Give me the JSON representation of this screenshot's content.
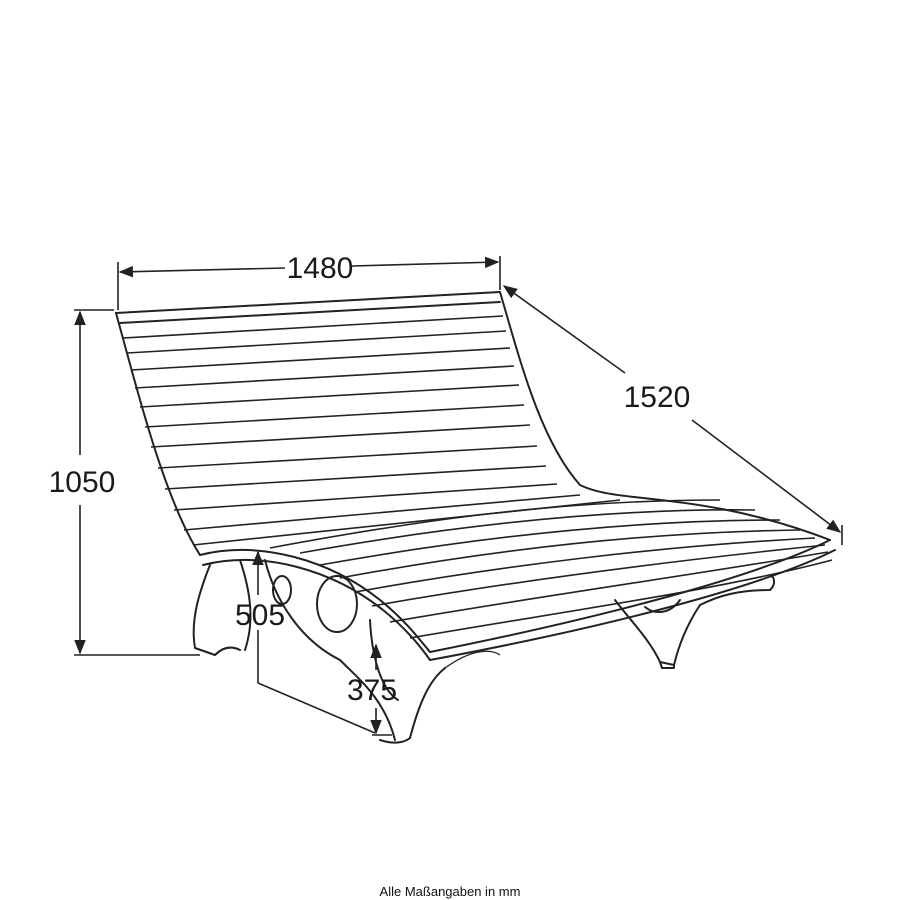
{
  "dimensions": {
    "width": "1480",
    "depth": "1520",
    "height": "1050",
    "seat_height": "505",
    "front_height": "375"
  },
  "caption": "Alle Maßangaben in mm"
}
